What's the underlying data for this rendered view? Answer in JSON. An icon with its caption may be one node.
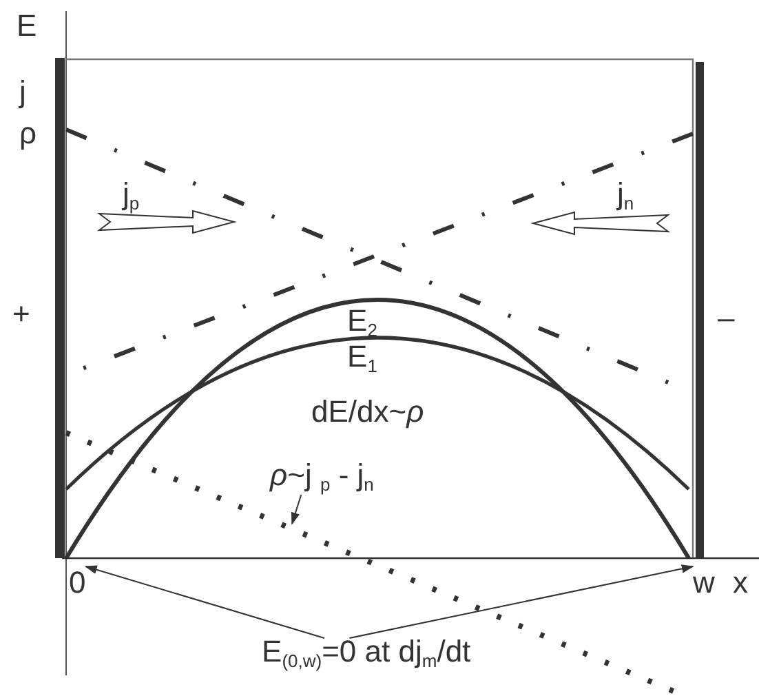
{
  "diagram": {
    "nodes": [
      {
        "text": [
          "E$_{(0,w)}$=0 at  dj$_{m}$/dt"
        ]
      },
      {
        "text": [
          "0"
        ]
      },
      {
        "text": [
          "w"
        ]
      },
      {
        "text": [
          "*ρ*~j $_{p}$ - j$_{n}$"
        ]
      }
    ],
    "edges": [
      {
        "from": 0,
        "to": 1,
        "arrow": "to"
      },
      {
        "from": 0,
        "to": 2,
        "arrow": "to"
      },
      {
        "from": 3,
        "to": null,
        "arrow": "to"
      }
    ],
    "labels": [
      "E",
      "j",
      "ρ",
      "j$_{p}$",
      "j$_{n}$",
      "+",
      "–",
      "E$_{2}$",
      "E$_{1}$",
      "dE/dx~*ρ*",
      "x"
    ]
  }
}
